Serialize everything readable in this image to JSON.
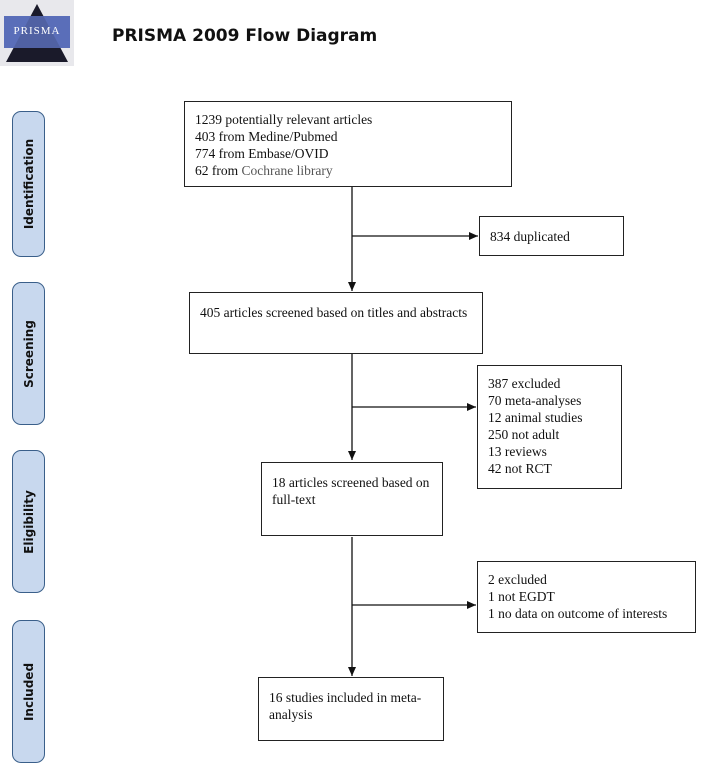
{
  "header": {
    "logo_text": "PRISMA",
    "title": "PRISMA 2009 Flow Diagram"
  },
  "stages": {
    "identification": "Identification",
    "screening": "Screening",
    "eligibility": "Eligibility",
    "included": "Included"
  },
  "boxes": {
    "records": {
      "lines": [
        "1239 potentially relevant articles",
        "403 from Medine/Pubmed",
        "774 from Embase/OVID"
      ],
      "cochrane_number": "62 from",
      "cochrane_source": "Cochrane library"
    },
    "duplicates": {
      "text": "834 duplicated"
    },
    "screened": {
      "text": "405 articles screened based on titles and abstracts"
    },
    "excluded_screen": {
      "lines": [
        "387 excluded",
        "70 meta-analyses",
        "12 animal studies",
        "250 not adult",
        "13 reviews",
        "42 not RCT"
      ]
    },
    "fulltext": {
      "text": "18 articles screened based on full-text"
    },
    "excluded_full": {
      "lines": [
        "2 excluded",
        "1 not EGDT",
        "1 no data on outcome of interests"
      ]
    },
    "included": {
      "text": "16 studies included in meta-analysis"
    }
  }
}
